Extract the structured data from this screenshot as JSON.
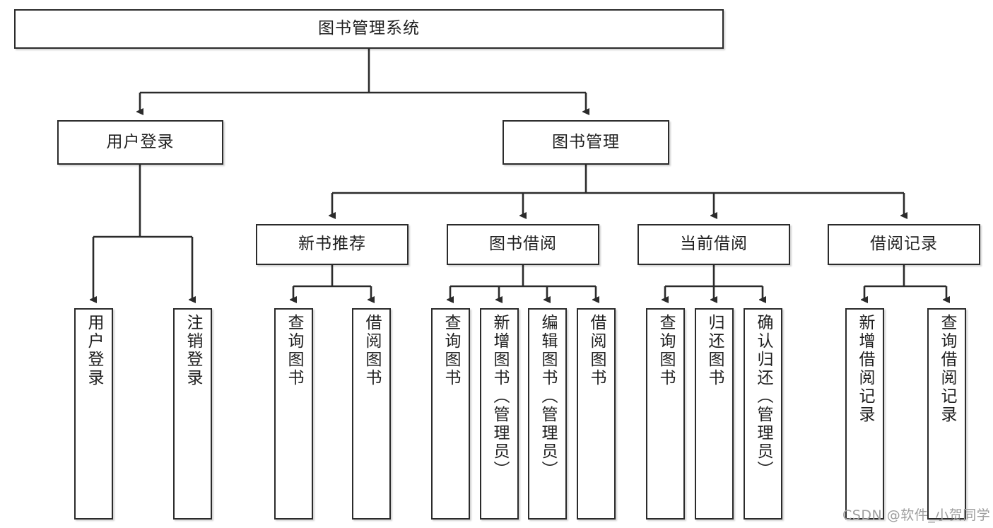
{
  "diagram": {
    "title": "图书管理系统",
    "type": "tree-hierarchy-diagram",
    "root": {
      "label": "图书管理系统",
      "orientation": "horizontal"
    },
    "level2": [
      {
        "label": "用户登录",
        "orientation": "horizontal"
      },
      {
        "label": "图书管理",
        "orientation": "horizontal"
      }
    ],
    "level3": [
      {
        "label": "新书推荐",
        "orientation": "horizontal"
      },
      {
        "label": "图书借阅",
        "orientation": "horizontal"
      },
      {
        "label": "当前借阅",
        "orientation": "horizontal"
      },
      {
        "label": "借阅记录",
        "orientation": "horizontal"
      }
    ],
    "leaves": {
      "user_login": [
        {
          "label": "用户登录",
          "orientation": "vertical"
        },
        {
          "label": "注销登录",
          "orientation": "vertical"
        }
      ],
      "new_book_recommend": [
        {
          "label": "查询图书",
          "orientation": "vertical"
        },
        {
          "label": "借阅图书",
          "orientation": "vertical"
        }
      ],
      "book_borrow": [
        {
          "label": "查询图书",
          "orientation": "vertical"
        },
        {
          "label": "新增图书（管理员）",
          "orientation": "vertical"
        },
        {
          "label": "编辑图书（管理员）",
          "orientation": "vertical"
        },
        {
          "label": "借阅图书",
          "orientation": "vertical"
        }
      ],
      "current_borrow": [
        {
          "label": "查询图书",
          "orientation": "vertical"
        },
        {
          "label": "归还图书",
          "orientation": "vertical"
        },
        {
          "label": "确认归还（管理员）",
          "orientation": "vertical"
        }
      ],
      "borrow_record": [
        {
          "label": "新增借阅记录",
          "orientation": "vertical"
        },
        {
          "label": "查询借阅记录",
          "orientation": "vertical"
        }
      ]
    },
    "watermark": "CSDN @软件_小贺同学",
    "colors": {
      "stroke": "#2b2b2b",
      "fill": "#ffffff",
      "text": "#1f1f1f",
      "watermark": "#9e9e9e"
    }
  }
}
